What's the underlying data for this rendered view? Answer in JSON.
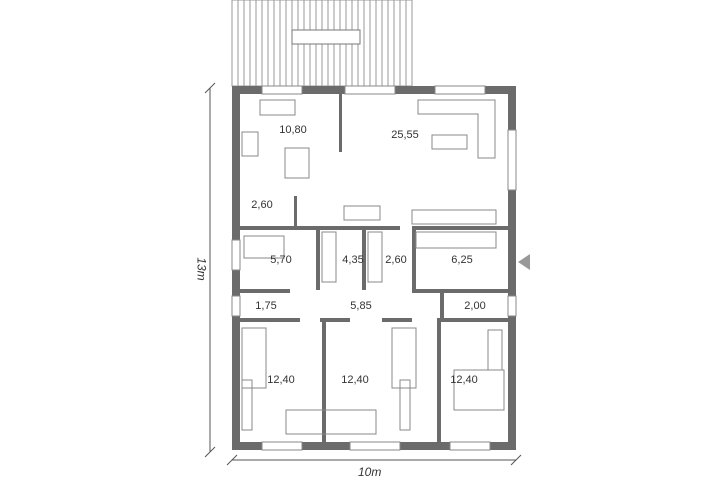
{
  "rooms": [
    {
      "id": "kitchen",
      "area": "10,80"
    },
    {
      "id": "living",
      "area": "25,55"
    },
    {
      "id": "pantry",
      "area": "2,60"
    },
    {
      "id": "bathroom",
      "area": "5,70"
    },
    {
      "id": "wardrobe",
      "area": "4,35"
    },
    {
      "id": "hall",
      "area": "2,60"
    },
    {
      "id": "entrance",
      "area": "6,25"
    },
    {
      "id": "wc-left",
      "area": "1,75"
    },
    {
      "id": "corridor",
      "area": "5,85"
    },
    {
      "id": "wc-right",
      "area": "2,00"
    },
    {
      "id": "bedroom-1",
      "area": "12,40"
    },
    {
      "id": "bedroom-2",
      "area": "12,40"
    },
    {
      "id": "bedroom-3",
      "area": "12,40"
    }
  ],
  "dimensions": {
    "height": "13m",
    "width": "10m"
  },
  "colors": {
    "wall": "#6b6b6b",
    "line": "#888888"
  }
}
